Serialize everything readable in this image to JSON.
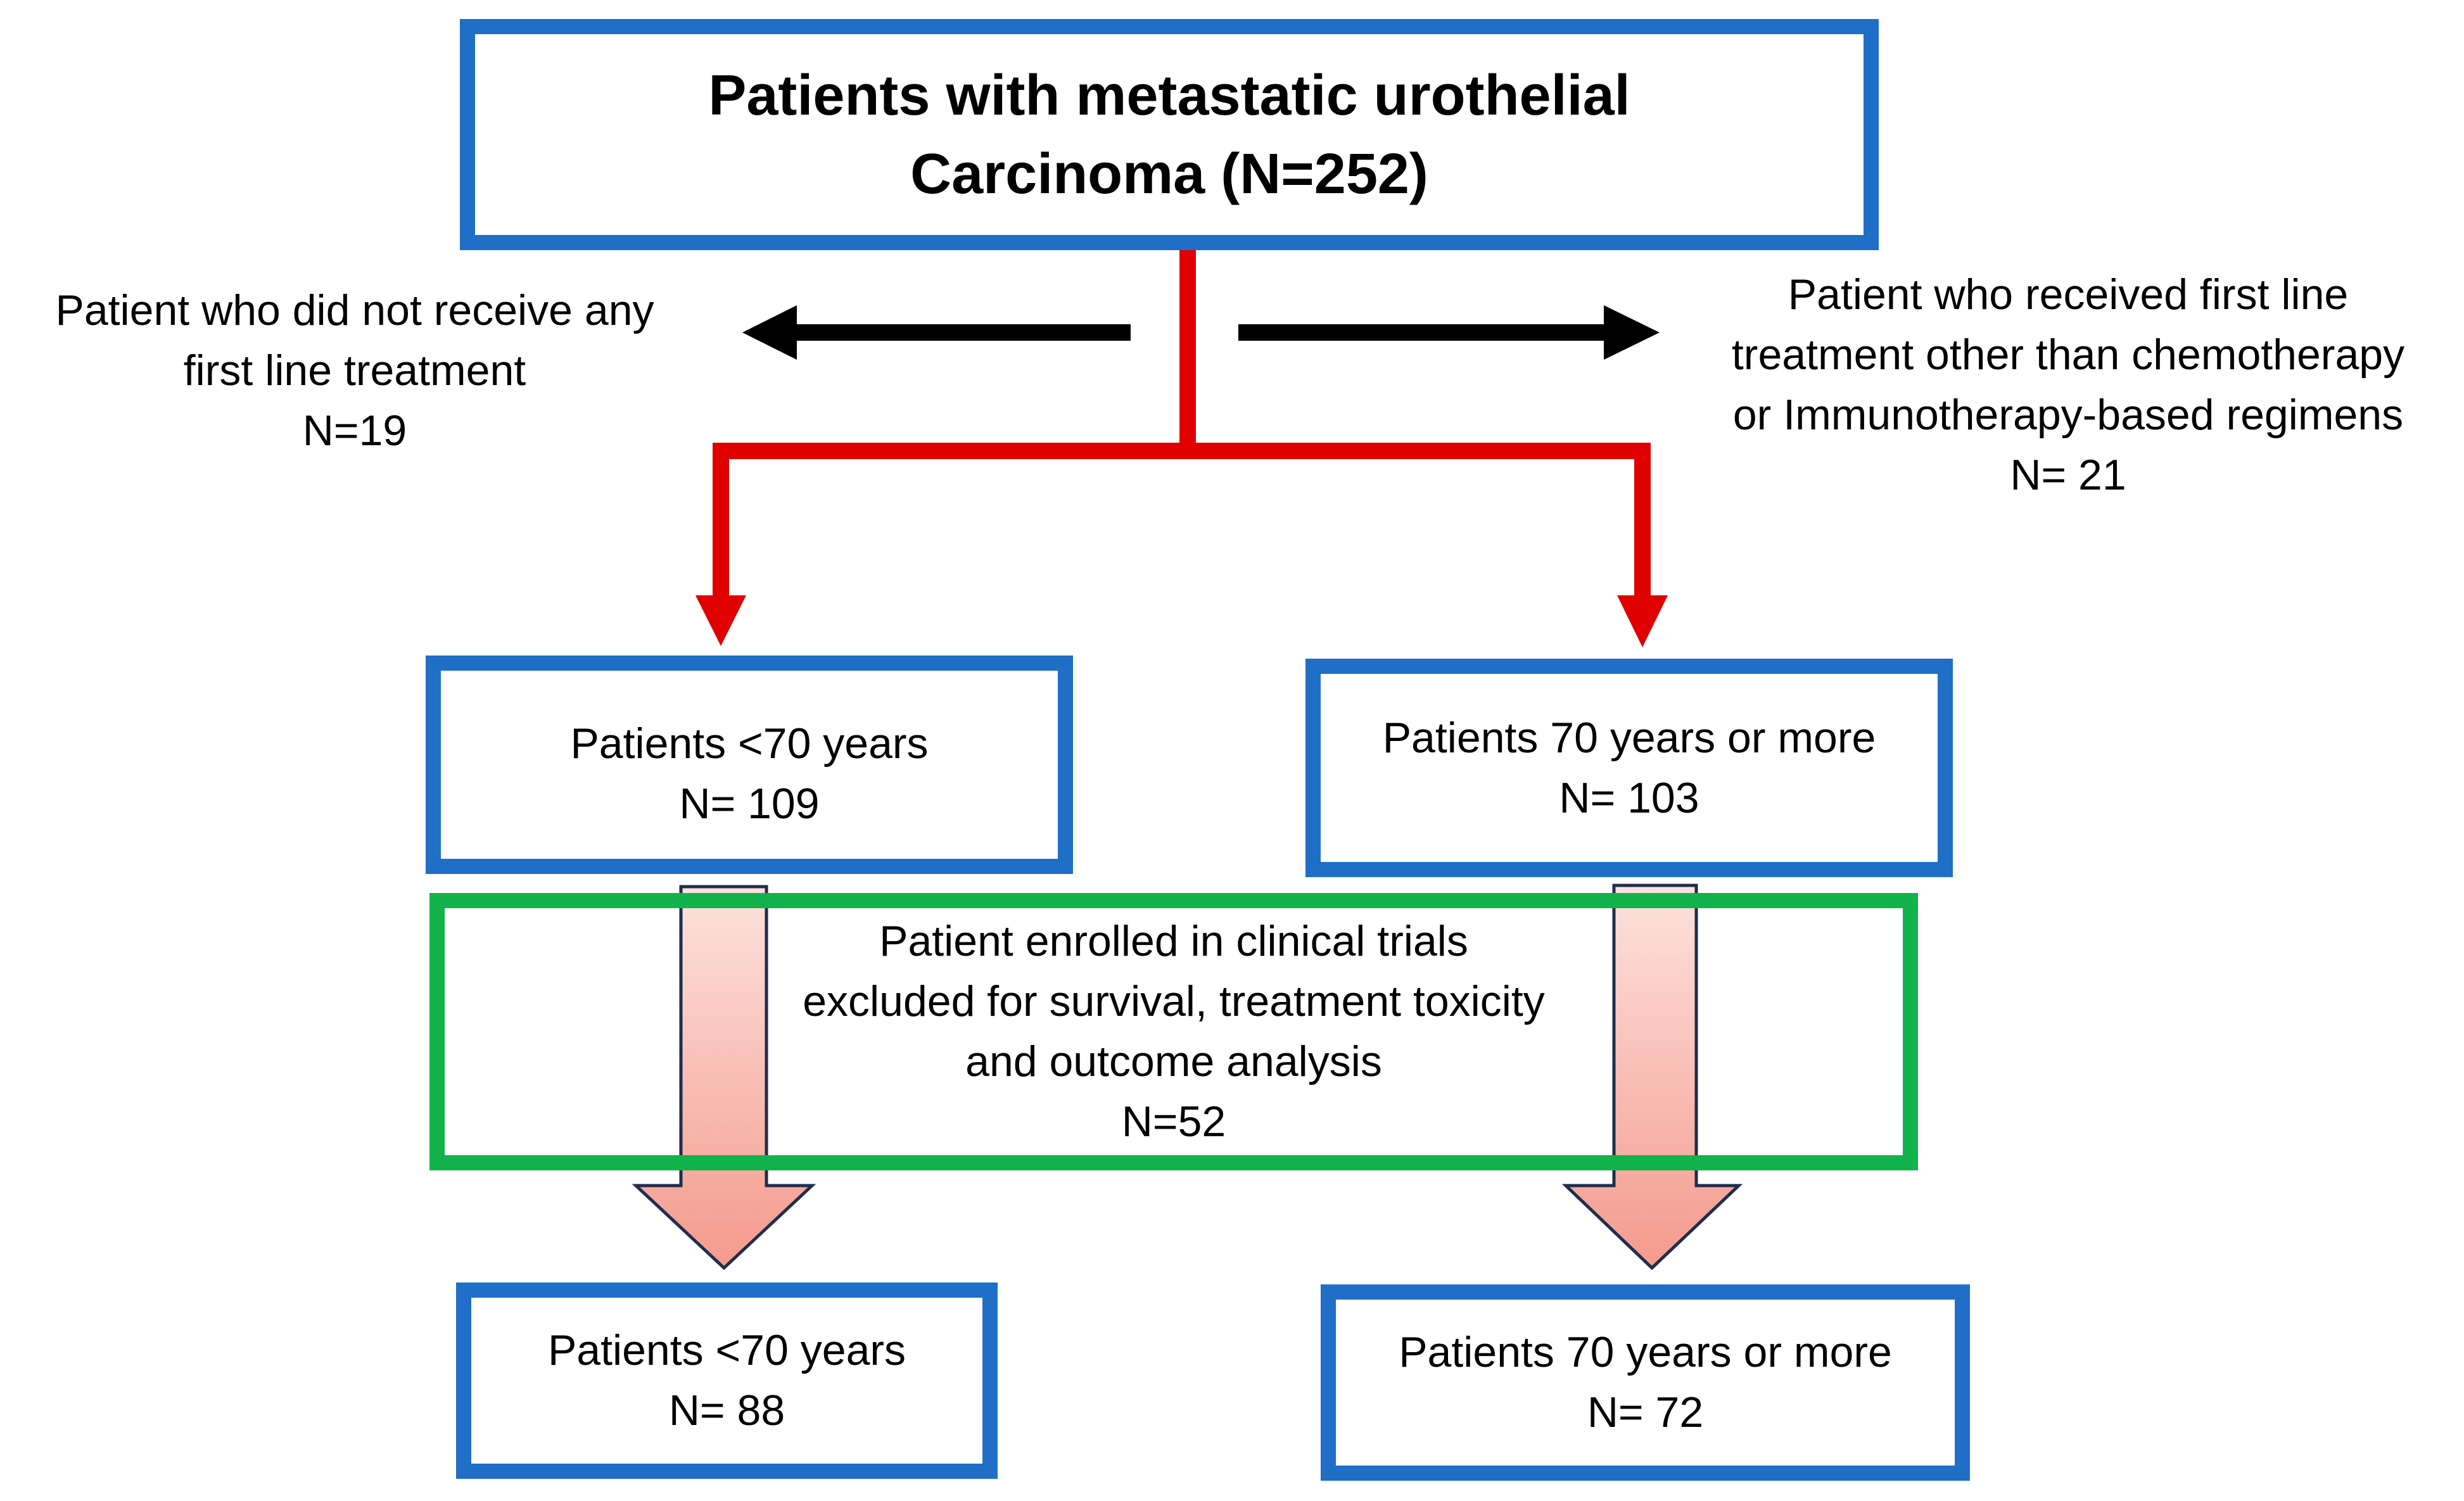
{
  "top": {
    "line1": "Patients with metastatic urothelial",
    "line2": "Carcinoma (N=252)"
  },
  "excluded_left": {
    "line1": "Patient who did not receive any",
    "line2": "first line treatment",
    "count": "N=19"
  },
  "excluded_right": {
    "line1": "Patient who received first line",
    "line2": "treatment other than chemotherapy",
    "line3": "or Immunotherapy-based regimens",
    "count": "N= 21"
  },
  "mid_left": {
    "label": "Patients <70 years",
    "count": "N= 109"
  },
  "mid_right": {
    "label": "Patients 70 years or more",
    "count": "N= 103"
  },
  "trials": {
    "line1": "Patient enrolled in clinical trials",
    "line2": "excluded for survival, treatment toxicity",
    "line3": "and outcome analysis",
    "count": "N=52"
  },
  "bottom_left": {
    "label": "Patients <70 years",
    "count": "N= 88"
  },
  "bottom_right": {
    "label": "Patients 70 years or more",
    "count": "N= 72"
  },
  "colors": {
    "box_border": "#1f6fc6",
    "trial_border": "#12b34a",
    "connector": "#e00000",
    "side_arrow": "#000000",
    "flow_arrow_fill_top": "#fde2de",
    "flow_arrow_fill_bottom": "#f49a8c"
  }
}
